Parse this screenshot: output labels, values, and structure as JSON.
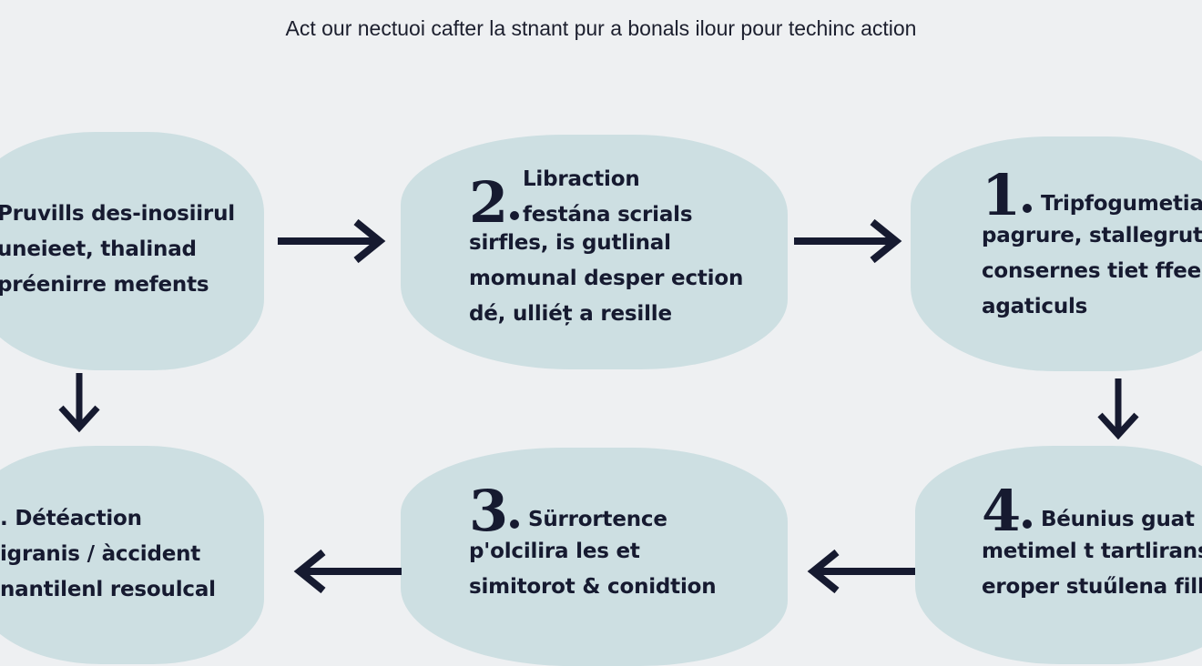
{
  "subtitle": "Act our nectuoi cafter la stnant pur a bonals ilour pour techinc action",
  "colors": {
    "background": "#eef0f2",
    "card": "#cddfe2",
    "text": "#161a30"
  },
  "cards": {
    "top_left": {
      "lines": [
        "Pruvills des-inosiirul",
        "uneieet, thalinad",
        "préenirre mefents"
      ]
    },
    "top_middle": {
      "number": "2",
      "heading": "Libraction",
      "lines": [
        "festána scrials",
        "sirfles, is gutlinal",
        "momunal desper ection",
        "dé, ulliéț a resille"
      ]
    },
    "top_right": {
      "number": "1",
      "lines": [
        "Tripfogumetia",
        "pagrure, stallegrutl",
        "consernes tiet ffeed",
        "agaticuls"
      ]
    },
    "bottom_left": {
      "lines": [
        ". Détéaction",
        "igranis / àccident",
        "nantilenl resoulcal"
      ]
    },
    "bottom_middle": {
      "number": "3",
      "lines": [
        "Sürrortence",
        "p'olcilira les et",
        "simitorot & conidtion"
      ]
    },
    "bottom_right": {
      "number": "4",
      "lines": [
        "Béunius guat",
        "metimel t tartlirans",
        "eroper stuűlena fill"
      ]
    }
  },
  "arrows": [
    "right-arrow",
    "right-arrow",
    "down-arrow",
    "down-arrow",
    "left-arrow",
    "left-arrow"
  ]
}
